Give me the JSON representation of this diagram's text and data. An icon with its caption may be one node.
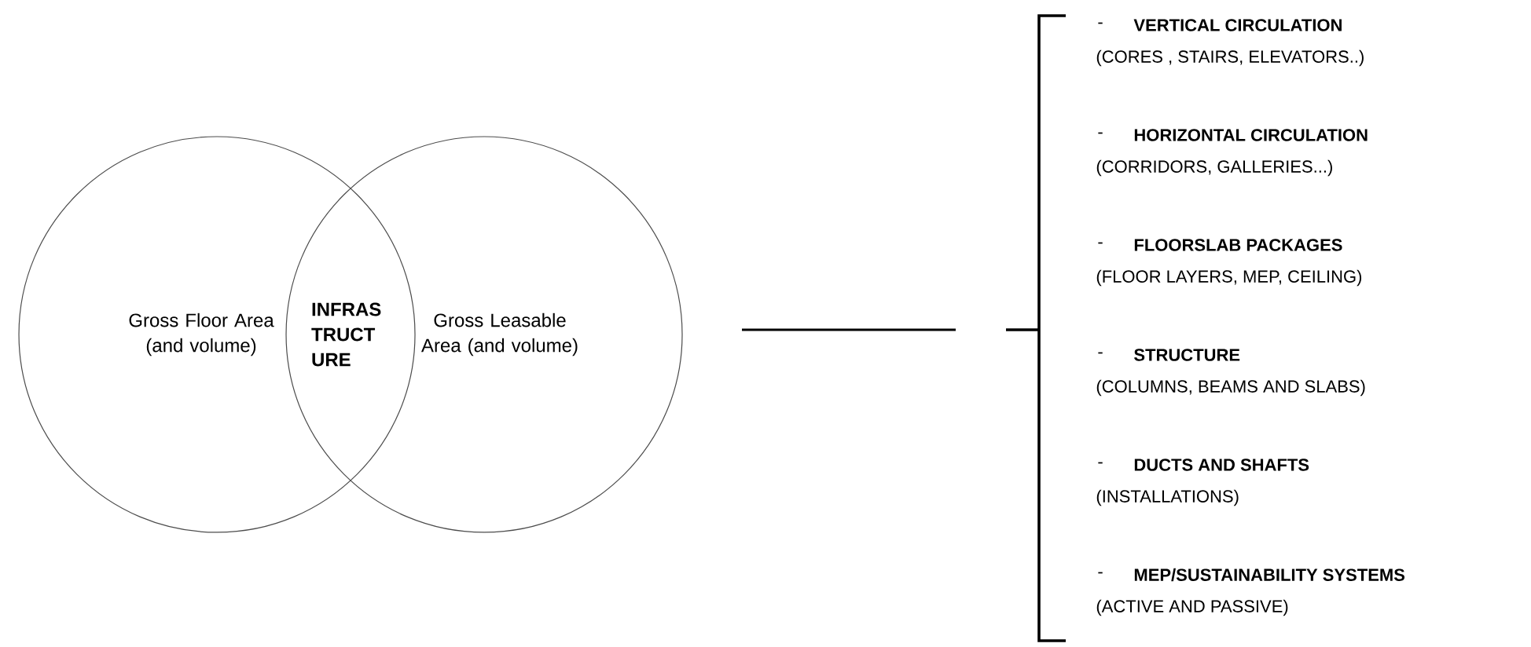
{
  "diagram": {
    "nodes": [
      {
        "text": [
          "Gross Floor Area (and volume)"
        ]
      },
      {
        "text": [
          "Gross Leasable Area (and volume)"
        ]
      }
    ],
    "labels": [
      "INFRAS TRUCT URE",
      "-",
      "VERTICAL CIRCULATION",
      "(CORES , STAIRS, ELEVATORS..)",
      "-",
      "HORIZONTAL CIRCULATION",
      "(CORRIDORS, GALLERIES...)",
      "-",
      "FLOORSLAB PACKAGES",
      "(FLOOR LAYERS, MEP, CEILING)",
      "-",
      "STRUCTURE",
      "(COLUMNS, BEAMS AND SLABS)",
      "-",
      "DUCTS AND SHAFTS",
      "(INSTALLATIONS)",
      "-",
      "MEP/SUSTAINABILITY SYSTEMS",
      "(ACTIVE AND PASSIVE)"
    ]
  }
}
